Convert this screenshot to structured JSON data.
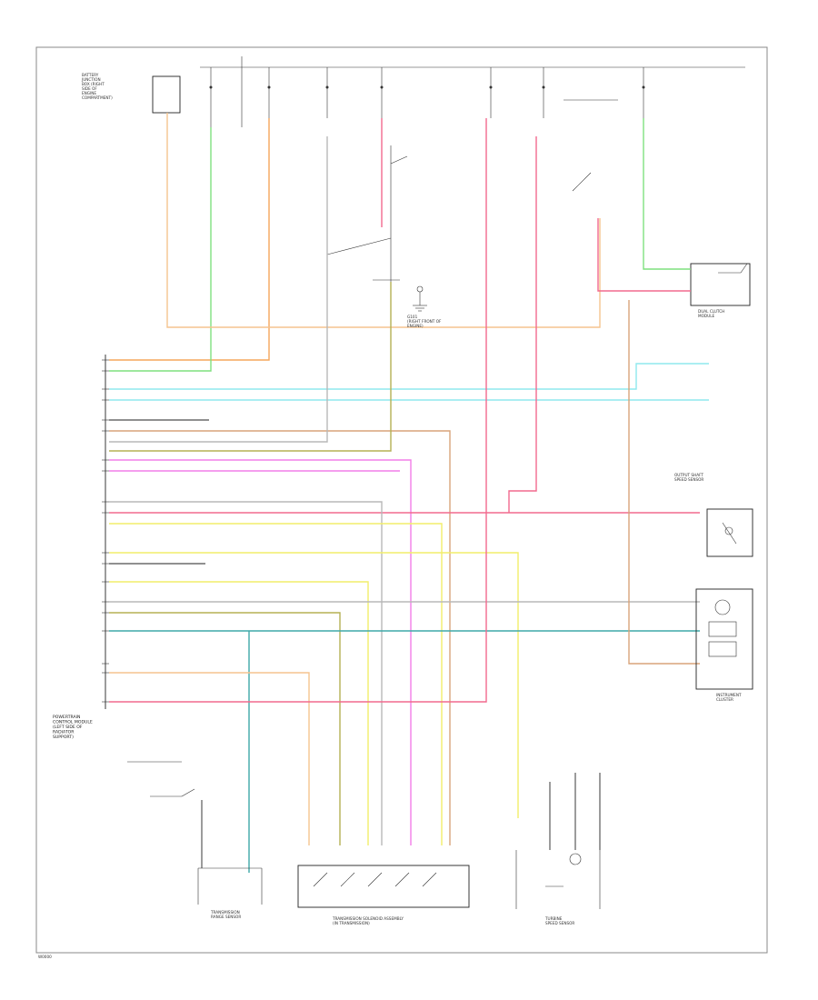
{
  "colors": {
    "orange": "#f5a65b",
    "green": "#7fe07f",
    "cyan": "#8fe8ee",
    "tan": "#d8a47a",
    "pink": "#f26a8e",
    "magenta": "#f27ee8",
    "yellow": "#f2ee6a",
    "gray": "#b8b8b8",
    "olive": "#b5b054",
    "teal": "#3fa9a9",
    "light_orange": "#f5c48f",
    "black": "#222222"
  },
  "components": {
    "pcm": {
      "label_lines": [
        "POWERTRAIN",
        "CONTROL MODULE",
        "(LEFT SIDE OF",
        "RADIATOR",
        "SUPPORT)"
      ]
    },
    "fuse_block": {
      "label_lines": [
        "BATTERY",
        "JUNCTION",
        "BOX (RIGHT",
        "SIDE OF",
        "ENGINE",
        "COMPARTMENT)"
      ]
    },
    "dual_clutch": {
      "label_lines": [
        "DUAL CLUTCH",
        "MODULE"
      ]
    },
    "oss": {
      "label_lines": [
        "OUTPUT SHAFT",
        "SPEED SENSOR"
      ]
    },
    "tr_sensor": {
      "label_lines": [
        "TRANSMISSION",
        "RANGE SENSOR"
      ]
    },
    "solenoid_block": {
      "label_lines": [
        "TRANSMISSION SOLENOID ASSEMBLY",
        "(IN TRANSMISSION)"
      ]
    },
    "turbine_sensor": {
      "label_lines": [
        "TURBINE",
        "SPEED SENSOR"
      ]
    },
    "instrument_cluster": {
      "label_lines": [
        "INSTRUMENT",
        "CLUSTER"
      ]
    },
    "ground": {
      "label_lines": [
        "G101",
        "(RIGHT FRONT OF",
        "ENGINE)"
      ]
    },
    "page_code": "W0000"
  }
}
